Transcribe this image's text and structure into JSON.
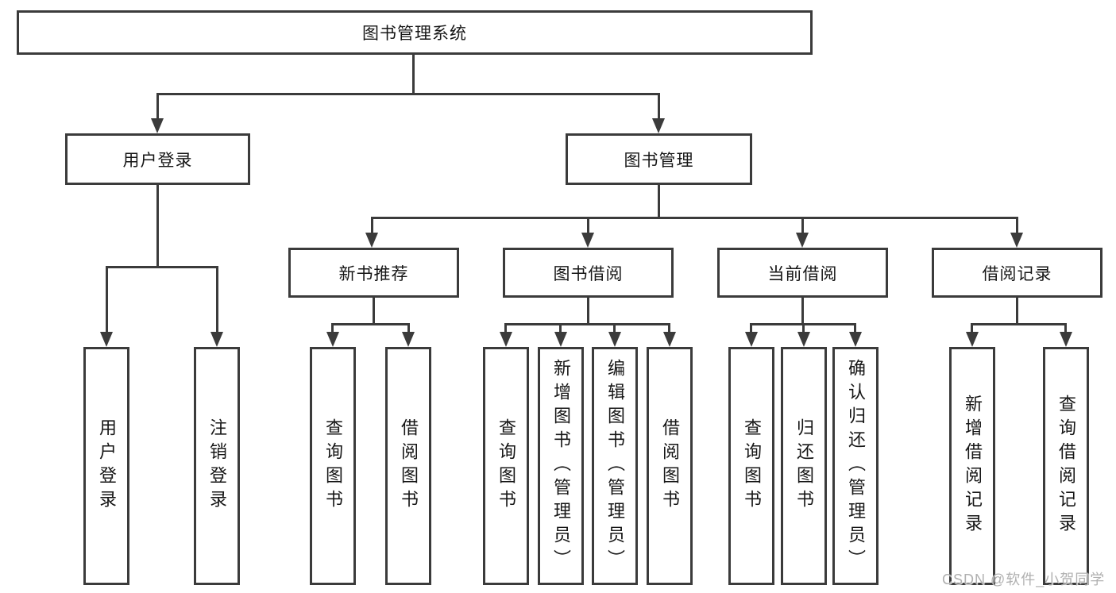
{
  "tree": {
    "root": {
      "label": "图书管理系统"
    },
    "branches": [
      {
        "label": "用户登录",
        "leaves": [
          {
            "label": "用户登录"
          },
          {
            "label": "注销登录"
          }
        ]
      },
      {
        "label": "图书管理",
        "children": [
          {
            "label": "新书推荐",
            "leaves": [
              {
                "label": "查询图书"
              },
              {
                "label": "借阅图书"
              }
            ]
          },
          {
            "label": "图书借阅",
            "leaves": [
              {
                "label": "查询图书"
              },
              {
                "label": "新增图书（管理员）"
              },
              {
                "label": "编辑图书（管理员）"
              },
              {
                "label": "借阅图书"
              }
            ]
          },
          {
            "label": "当前借阅",
            "leaves": [
              {
                "label": "查询图书"
              },
              {
                "label": "归还图书"
              },
              {
                "label": "确认归还（管理员）"
              }
            ]
          },
          {
            "label": "借阅记录",
            "leaves": [
              {
                "label": "新增借阅记录"
              },
              {
                "label": "查询借阅记录"
              }
            ]
          }
        ]
      }
    ]
  },
  "watermark": "CSDN @软件_小贺同学",
  "colors": {
    "line": "#3b3b3b",
    "text": "#161616",
    "background": "#ffffff",
    "watermark": "#b0b0b0"
  }
}
